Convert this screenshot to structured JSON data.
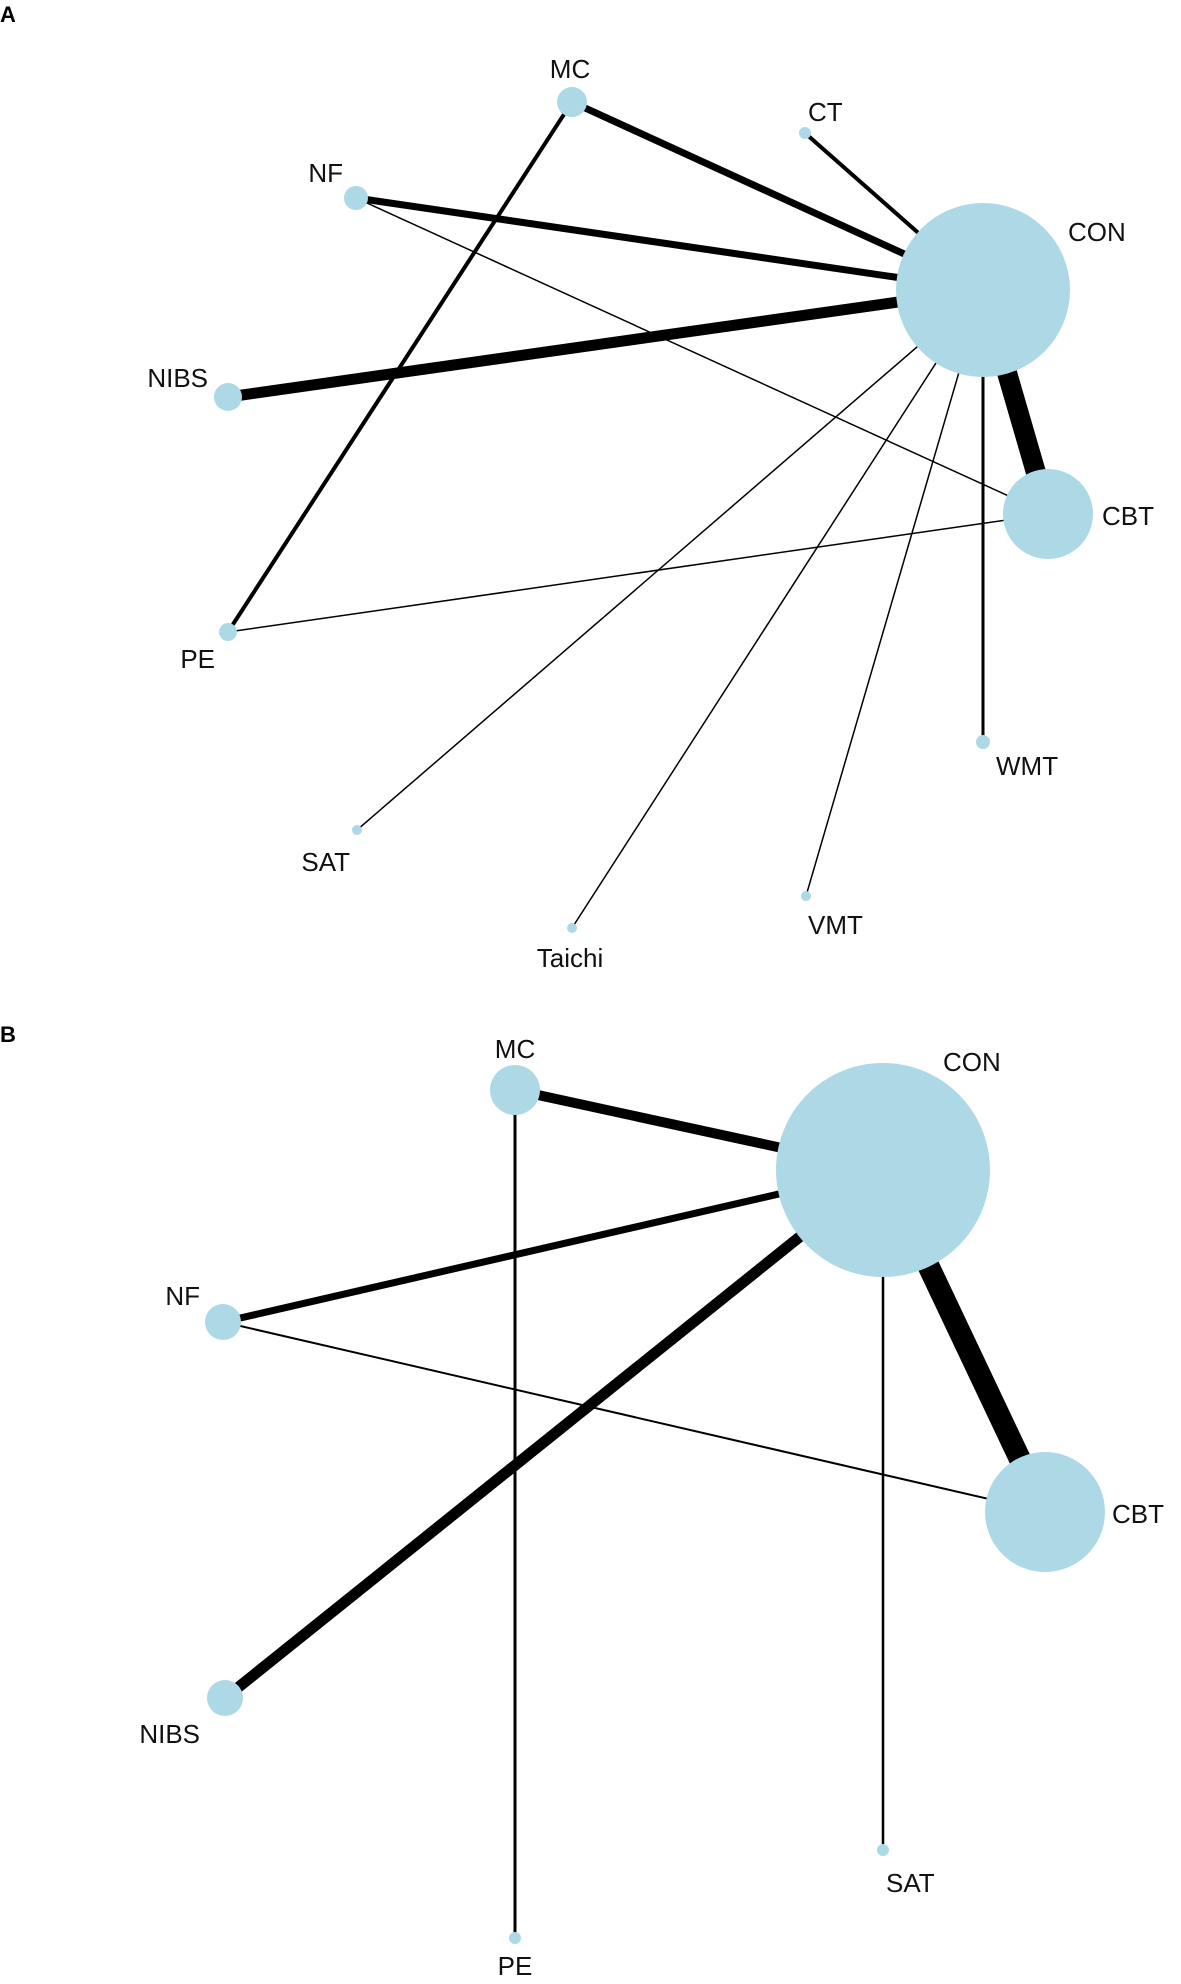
{
  "panels": [
    {
      "letter": "A",
      "nodes": [
        {
          "id": "MC",
          "label": "MC"
        },
        {
          "id": "CT",
          "label": "CT"
        },
        {
          "id": "NF",
          "label": "NF"
        },
        {
          "id": "CON",
          "label": "CON"
        },
        {
          "id": "NIBS",
          "label": "NIBS"
        },
        {
          "id": "CBT",
          "label": "CBT"
        },
        {
          "id": "PE",
          "label": "PE"
        },
        {
          "id": "WMT",
          "label": "WMT"
        },
        {
          "id": "SAT",
          "label": "SAT"
        },
        {
          "id": "VMT",
          "label": "VMT"
        },
        {
          "id": "Taichi",
          "label": "Taichi"
        }
      ],
      "edges": [
        {
          "from": "MC",
          "to": "CON"
        },
        {
          "from": "CT",
          "to": "CON"
        },
        {
          "from": "NF",
          "to": "CON"
        },
        {
          "from": "NIBS",
          "to": "CON"
        },
        {
          "from": "CON",
          "to": "CBT"
        },
        {
          "from": "NF",
          "to": "CBT"
        },
        {
          "from": "MC",
          "to": "PE"
        },
        {
          "from": "PE",
          "to": "CBT"
        },
        {
          "from": "SAT",
          "to": "CON"
        },
        {
          "from": "Taichi",
          "to": "CON"
        },
        {
          "from": "VMT",
          "to": "CON"
        },
        {
          "from": "WMT",
          "to": "CON"
        }
      ]
    },
    {
      "letter": "B",
      "nodes": [
        {
          "id": "MC",
          "label": "MC"
        },
        {
          "id": "CON",
          "label": "CON"
        },
        {
          "id": "NF",
          "label": "NF"
        },
        {
          "id": "CBT",
          "label": "CBT"
        },
        {
          "id": "NIBS",
          "label": "NIBS"
        },
        {
          "id": "SAT",
          "label": "SAT"
        },
        {
          "id": "PE",
          "label": "PE"
        }
      ],
      "edges": [
        {
          "from": "MC",
          "to": "CON"
        },
        {
          "from": "NF",
          "to": "CON"
        },
        {
          "from": "NIBS",
          "to": "CON"
        },
        {
          "from": "CON",
          "to": "CBT"
        },
        {
          "from": "NF",
          "to": "CBT"
        },
        {
          "from": "MC",
          "to": "PE"
        },
        {
          "from": "CON",
          "to": "SAT"
        }
      ]
    }
  ]
}
